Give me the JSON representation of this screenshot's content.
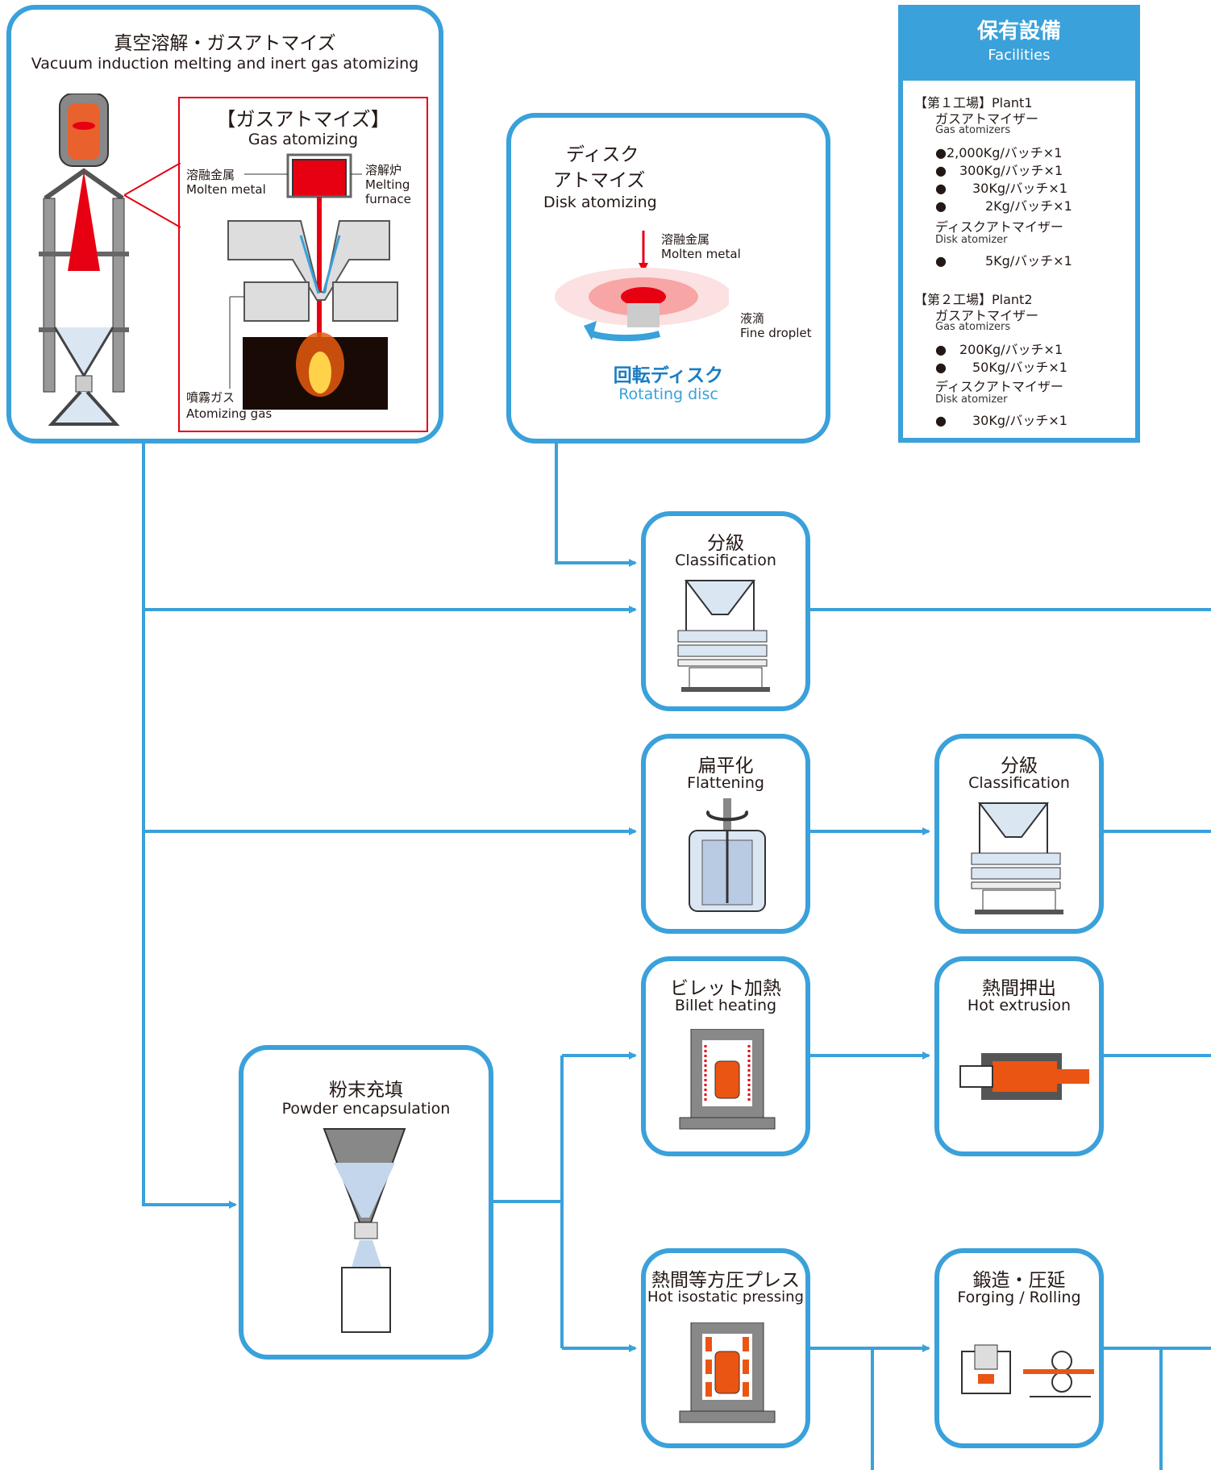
{
  "vim": {
    "title_ja": "真空溶解・ガスアトマイズ",
    "title_en": "Vacuum induction melting and inert gas atomizing",
    "gas_title_ja": "【ガスアトマイズ】",
    "gas_title_en": "Gas atomizing",
    "molten_ja": "溶融金属",
    "molten_en": "Molten metal",
    "furnace_ja": "溶解炉",
    "furnace_en1": "Melting",
    "furnace_en2": "furnace",
    "gas_ja": "噴霧ガス",
    "gas_en": "Atomizing gas"
  },
  "disk": {
    "title_ja1": "ディスク",
    "title_ja2": "アトマイズ",
    "title_en": "Disk atomizing",
    "molten_ja": "溶融金属",
    "molten_en": "Molten metal",
    "droplet_ja": "液滴",
    "droplet_en": "Fine droplet",
    "disc_ja": "回転ディスク",
    "disc_en": "Rotating disc"
  },
  "facilities": {
    "title_ja": "保有設備",
    "title_en": "Facilities",
    "plant1": "【第１工場】Plant1",
    "p1_gas_ja": "ガスアトマイザー",
    "p1_gas_en": "Gas atomizers",
    "p1_items": [
      "●2,000Kg/バッチ×1",
      "●　300Kg/バッチ×1",
      "●　　30Kg/バッチ×1",
      "●　　　2Kg/バッチ×1"
    ],
    "p1_disk_ja": "ディスクアトマイザー",
    "p1_disk_en": "Disk atomizer",
    "p1_disk_item": "●　　　5Kg/バッチ×1",
    "plant2": "【第２工場】Plant2",
    "p2_gas_ja": "ガスアトマイザー",
    "p2_gas_en": "Gas atomizers",
    "p2_items": [
      "●　200Kg/バッチ×1",
      "●　　50Kg/バッチ×1"
    ],
    "p2_disk_ja": "ディスクアトマイザー",
    "p2_disk_en": "Disk atomizer",
    "p2_disk_item": "●　　30Kg/バッチ×1"
  },
  "steps": {
    "classification1": {
      "ja": "分級",
      "en": "Classification"
    },
    "flattening": {
      "ja": "扁平化",
      "en": "Flattening"
    },
    "classification2": {
      "ja": "分級",
      "en": "Classification"
    },
    "billet": {
      "ja": "ビレット加熱",
      "en": "Billet heating"
    },
    "extrusion": {
      "ja": "熱間押出",
      "en": "Hot extrusion"
    },
    "encapsulation": {
      "ja": "粉末充填",
      "en": "Powder encapsulation"
    },
    "hip": {
      "ja": "熱間等方圧プレス",
      "en": "Hot isostatic pressing"
    },
    "forging": {
      "ja": "鍛造・圧延",
      "en": "Forging / Rolling"
    }
  },
  "colors": {
    "accent": "#3aa1da",
    "molten": "#e60012",
    "orange": "#ea5513"
  }
}
